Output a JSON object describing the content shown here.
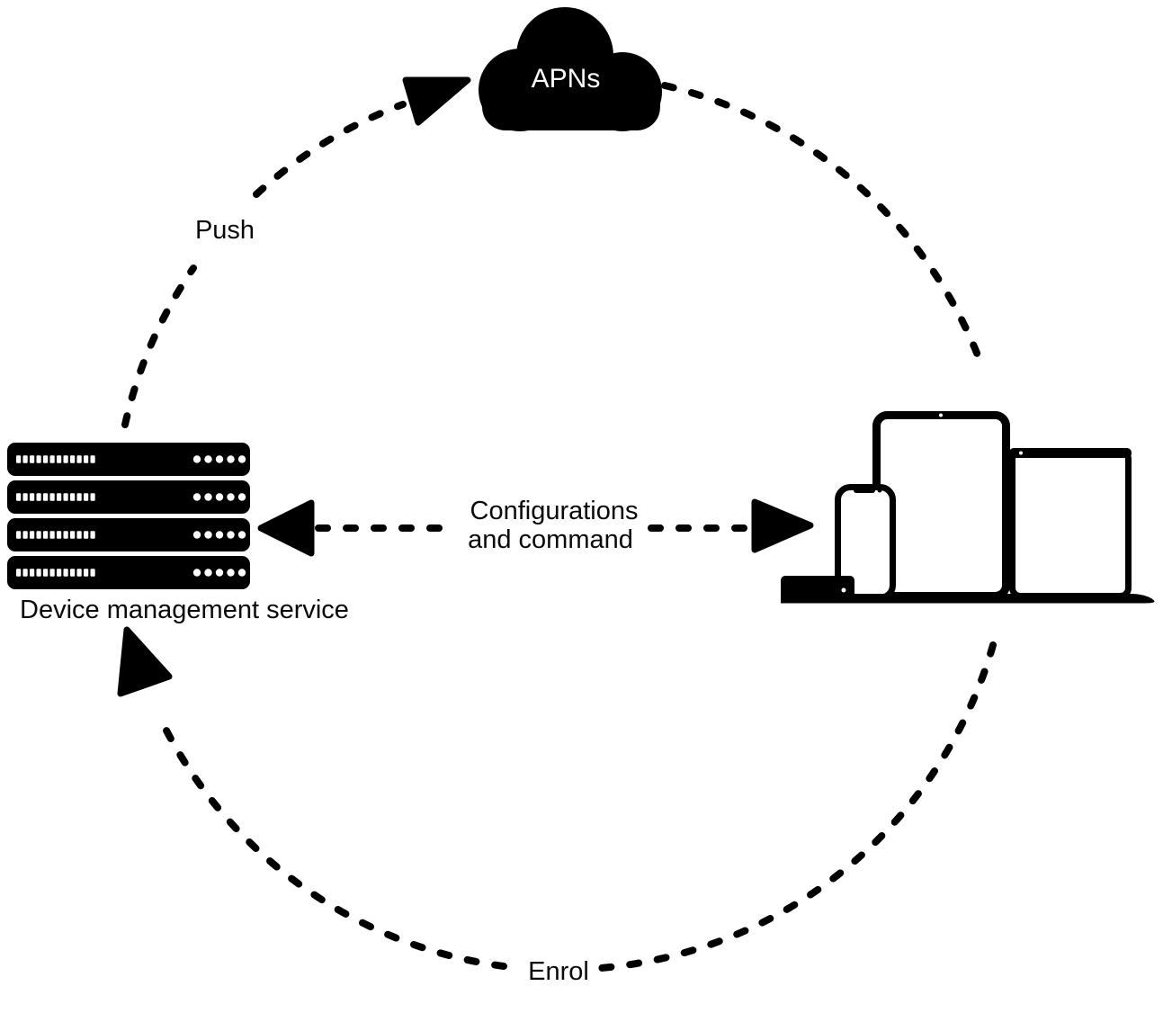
{
  "colors": {
    "ink": "#000000",
    "background": "#ffffff",
    "label_text": "#0a0a0a",
    "apns_text": "#ffffff"
  },
  "nodes": {
    "apns": {
      "label": "APNs",
      "icon": "cloud-icon"
    },
    "management": {
      "label": "Device management service",
      "icon": "server-rack-icon"
    },
    "devices": {
      "icon": "apple-devices-icon"
    }
  },
  "edges": {
    "push": {
      "label": "Push"
    },
    "configurations": {
      "label_line1": "Configurations",
      "label_line2": "and command"
    },
    "enrol": {
      "label": "Enrol"
    }
  }
}
